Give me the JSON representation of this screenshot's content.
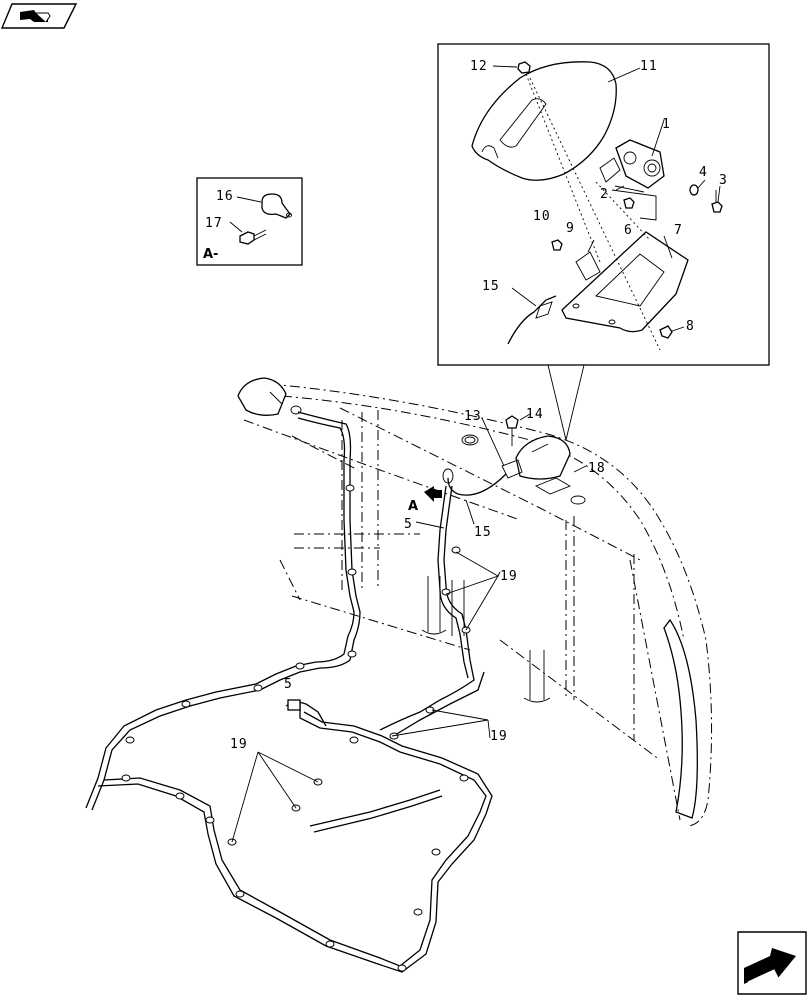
{
  "callouts": {
    "c1": "1",
    "c2": "2",
    "c3": "3",
    "c4": "4",
    "c5": "5",
    "c6": "6",
    "c7": "7",
    "c8": "8",
    "c9": "9",
    "c10": "10",
    "c11": "11",
    "c12": "12",
    "c13": "13",
    "c14": "14",
    "c15": "15",
    "c16": "16",
    "c17": "17",
    "c18": "18",
    "c19": "19"
  },
  "view_labels": {
    "detail_a": "A-",
    "arrow_a": "A"
  },
  "icons": {
    "top_left": "book-icon",
    "bottom_right": "next-page-arrow-icon"
  }
}
